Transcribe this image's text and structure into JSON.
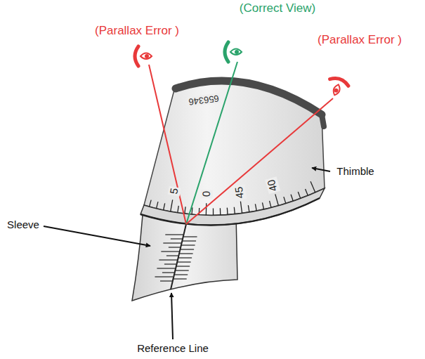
{
  "diagram": {
    "labels": [
      "(Parallax Error )",
      "(Correct View)",
      "(Parallax Error )",
      "656346",
      "5",
      "0",
      "45",
      "40",
      "Thimble",
      "Sleeve",
      "Reference Line"
    ]
  }
}
